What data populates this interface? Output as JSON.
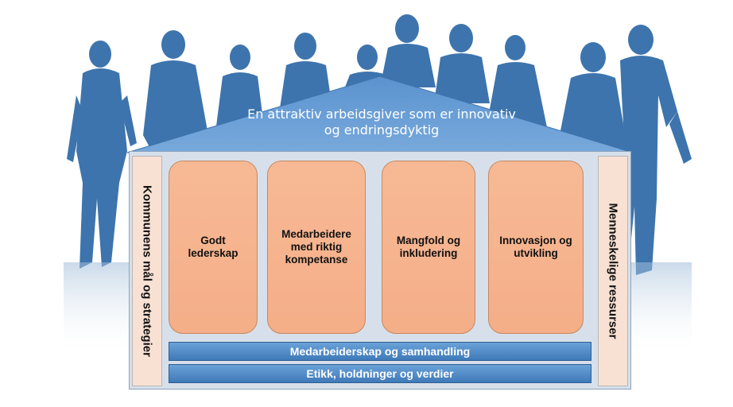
{
  "roof": {
    "line1": "En attraktiv arbeidsgiver som er  innovativ",
    "line2": "og endringsdyktig"
  },
  "left_side": {
    "label": "Kommunens mål og strategier"
  },
  "right_side": {
    "label": "Menneskelige ressurser"
  },
  "pillars": [
    {
      "label": "Godt\nlederskap"
    },
    {
      "label": "Medarbeidere\nmed riktig\nkompetanse"
    },
    {
      "label": "Mangfold og\ninkludering"
    },
    {
      "label": "Innovasjon og\nutvikling"
    }
  ],
  "foundation": {
    "upper": "Medarbeiderskap og samhandling",
    "lower": "Etikk, holdninger og verdier"
  },
  "colors": {
    "silhouette": "#3d74ad",
    "roof": "#5d95cf",
    "pillar": "#f4ae88",
    "side_panel": "#f8e1d3",
    "frame": "#d7e0ea",
    "bar": "#4a86c5"
  },
  "icons": {
    "background": "people-silhouettes-icon"
  }
}
